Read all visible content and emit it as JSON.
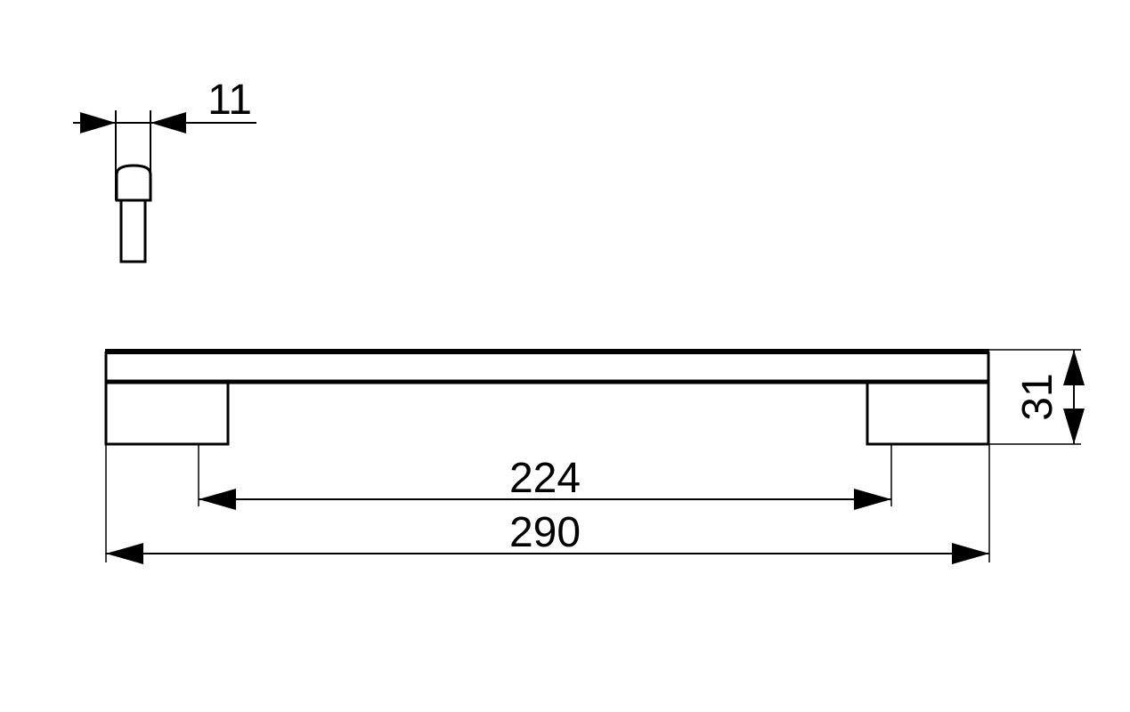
{
  "drawing": {
    "line_color": "#000000",
    "background": "#ffffff"
  },
  "dimensions": {
    "width_side": "11",
    "height": "31",
    "hole_spacing": "224",
    "overall_length": "290"
  }
}
